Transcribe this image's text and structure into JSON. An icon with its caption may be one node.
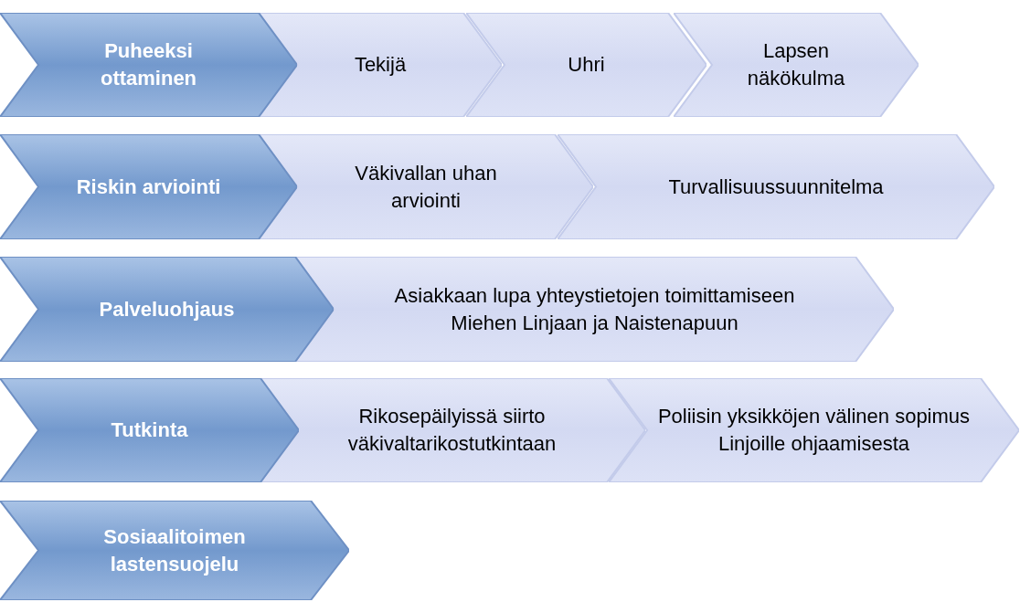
{
  "diagram": {
    "nodes": [
      {
        "text": [
          "Puheeksi ottaminen"
        ]
      },
      {
        "text": [
          "Tekijä"
        ]
      },
      {
        "text": [
          "Uhri"
        ]
      },
      {
        "text": [
          "Lapsen näkökulma"
        ]
      },
      {
        "text": [
          "Riskin arviointi"
        ]
      },
      {
        "text": [
          "Väkivallan uhan arviointi"
        ]
      },
      {
        "text": [
          "Turvallisuussuunnitelma"
        ]
      },
      {
        "text": [
          "Palveluohjaus"
        ]
      },
      {
        "text": [
          "Asiakkaan lupa yhteystietojen toimittamiseen Miehen Linjaan ja Naistenapuun"
        ]
      },
      {
        "text": [
          "Tutkinta"
        ]
      },
      {
        "text": [
          "Rikosepäilyissä siirto väkivaltarikostutkintaan"
        ]
      },
      {
        "text": [
          "Poliisin yksikköjen välinen sopimus Linjoille ohjaamisesta"
        ]
      },
      {
        "text": [
          "Sosiaalitoimen lastensuojelu"
        ]
      }
    ]
  }
}
